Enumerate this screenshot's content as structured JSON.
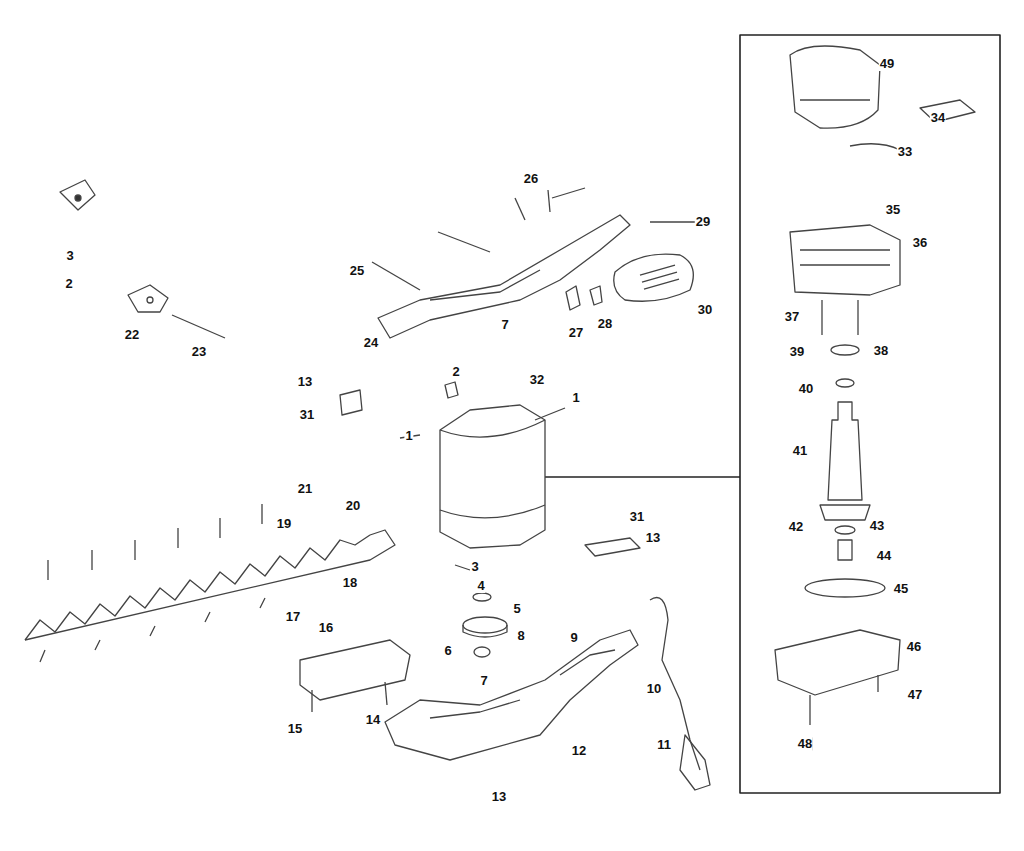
{
  "diagram": {
    "labels": [
      "3",
      "2",
      "22",
      "23",
      "26",
      "25",
      "29",
      "30",
      "24",
      "7",
      "27",
      "28",
      "13",
      "31",
      "2",
      "32",
      "1",
      "1",
      "21",
      "20",
      "19",
      "3",
      "4",
      "5",
      "18",
      "17",
      "16",
      "6",
      "8",
      "9",
      "31",
      "13",
      "10",
      "7",
      "14",
      "15",
      "12",
      "13",
      "11",
      "49",
      "34",
      "33",
      "35",
      "36",
      "37",
      "39",
      "38",
      "40",
      "41",
      "42",
      "43",
      "44",
      "45",
      "46",
      "47",
      "48"
    ]
  }
}
